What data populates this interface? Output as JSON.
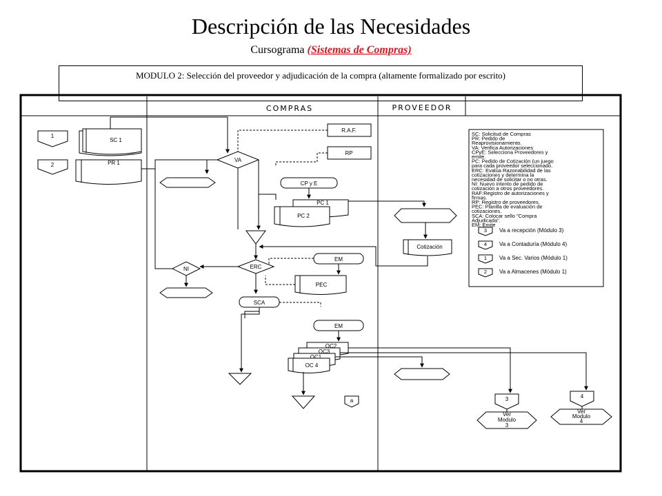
{
  "header": {
    "title": "Descripción  de las Necesidades",
    "subtitle_prefix": "Cursograma ",
    "subtitle_highlight": "(Sistemas de Compras)"
  },
  "module": {
    "text": "MODULO 2: Selección  del proveedor y adjudicación  de la  compra  (altamente formalizado por escrito)"
  },
  "lanes": {
    "compras": "COMPRAS",
    "proveedor": "PROVEEDOR"
  },
  "shapes": {
    "conn_1": "1",
    "conn_2": "2",
    "sc1": "SC 1",
    "pr1": "PR 1",
    "raf": "R.A.F.",
    "rp": "RP",
    "va": "VA",
    "cpye": "CP y E",
    "pc1": "PC 1",
    "pc2": "PC 2",
    "cotizacion": "Cotización",
    "em1": "EM",
    "erc": "ERC",
    "ni": "NI",
    "pec": "PEC",
    "sca": "SCA",
    "em2": "EM",
    "oc2": "OC2",
    "oc3": "OC3",
    "oc1": "OC1",
    "oc4": "OC 4",
    "conn_a": "a",
    "conn_3": "3",
    "conn_4": "4",
    "ver3_line1": "Ver",
    "ver3_line2": "Modulo",
    "ver3_line3": "3",
    "ver4_line1": "Ver",
    "ver4_line2": "Modulo",
    "ver4_line3": "4"
  },
  "legend": {
    "lines": [
      "SC: Solicitud de Compras",
      "PR: Pedido de",
      "Reaprovisionamiento.",
      "VA: Verifica Autorizaciones",
      "CPyE: Selecciona Proveedores y",
      "emite.",
      "PC: Pedido de Cotización (un juego",
      "para cada proveedor seleccionado.",
      "ERC: Evalúa Razonabilidad de las",
      "cotizaciones y determina la",
      "necesidad de solicitar o no otras.",
      "NI: Nuevo intento de pedido de",
      "cotización a otros proveedores.",
      "RAF:Registro de autorizaciones y",
      "firmas.",
      "RP: Registro de proveedores.",
      "PEC: Planilla de evaluación de",
      "cotizaciones.",
      "SCA: Colocar sello \"Compra",
      "Adjudicada\".",
      "EM: Emite"
    ],
    "goto": [
      {
        "n": "3",
        "text": "Va a recepción (Módulo 3)"
      },
      {
        "n": "4",
        "text": "Va a Contaduría (Módulo 4)"
      },
      {
        "n": "1",
        "text": "Va a Sec. Varios (Módulo 1)"
      },
      {
        "n": "2",
        "text": "Va a Almacenes (Módulo 1)"
      }
    ]
  }
}
